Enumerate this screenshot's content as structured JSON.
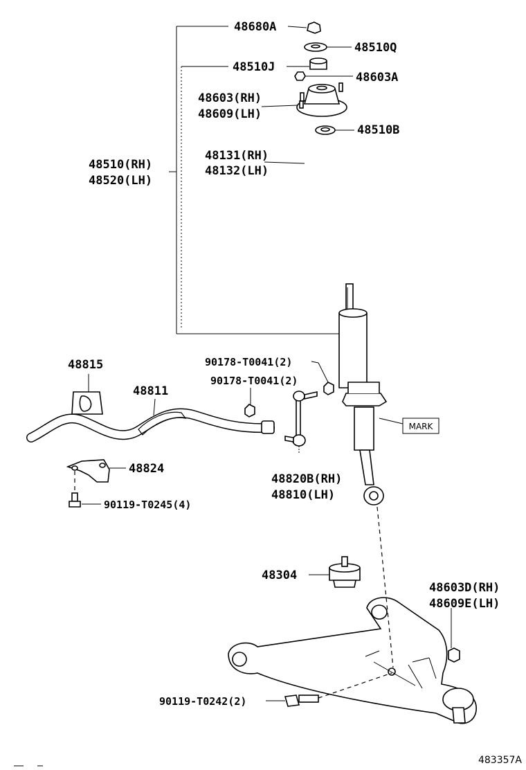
{
  "labels": {
    "p48680A": "48680A",
    "p48510Q": "48510Q",
    "p48510J": "48510J",
    "p48603A": "48603A",
    "p48603_rh": "48603(RH)",
    "p48609_lh": "48609(LH)",
    "p48510B": "48510B",
    "p48131_rh": "48131(RH)",
    "p48132_lh": "48132(LH)",
    "p48510_rh": "48510(RH)",
    "p48520_lh": "48520(LH)",
    "p90178_a": "90178-T0041(2)",
    "p90178_b": "90178-T0041(2)",
    "p48815": "48815",
    "p48811": "48811",
    "p48824": "48824",
    "p90119_t0245": "90119-T0245(4)",
    "p48820B_rh": "48820B(RH)",
    "p48810_lh": "48810(LH)",
    "mark": "MARK",
    "p48304": "48304",
    "p48603D_rh": "48603D(RH)",
    "p48609E_lh": "48609E(LH)",
    "p90119_t0242": "90119-T0242(2)",
    "figure_ref": "483357A"
  }
}
